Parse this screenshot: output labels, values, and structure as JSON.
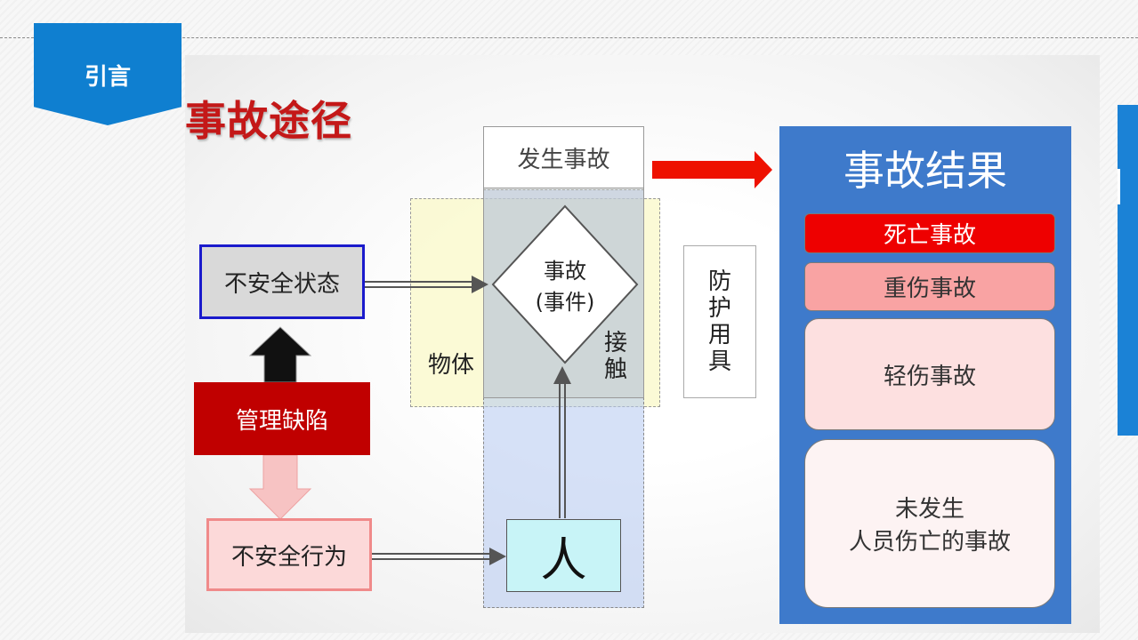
{
  "tag": {
    "label": "引言"
  },
  "title": "事故途径",
  "occur": "发生事故",
  "accident": {
    "line1": "事故",
    "line2": "(事件)"
  },
  "object_label": "物体",
  "contact_label": "接触",
  "ppe_label": "防护用具",
  "ppe_chars": [
    "防",
    "护",
    "用",
    "具"
  ],
  "contact_chars": [
    "接",
    "触"
  ],
  "unsafe_state": "不安全状态",
  "mgmt_defect": "管理缺陷",
  "unsafe_act": "不安全行为",
  "person": "人",
  "results": {
    "title": "事故结果",
    "fatal": "死亡事故",
    "serious": "重伤事故",
    "minor": "轻伤事故",
    "none_line1": "未发生",
    "none_line2": "人员伤亡的事故"
  },
  "colors": {
    "title": "#c41818",
    "tag": "#0f7fd0",
    "panel": "#3e7acb",
    "fatal": "#ee0000",
    "serious": "#f9a3a3",
    "minor": "#fde0e0",
    "none": "#fdf3f3",
    "mgmt": "#c00000"
  }
}
